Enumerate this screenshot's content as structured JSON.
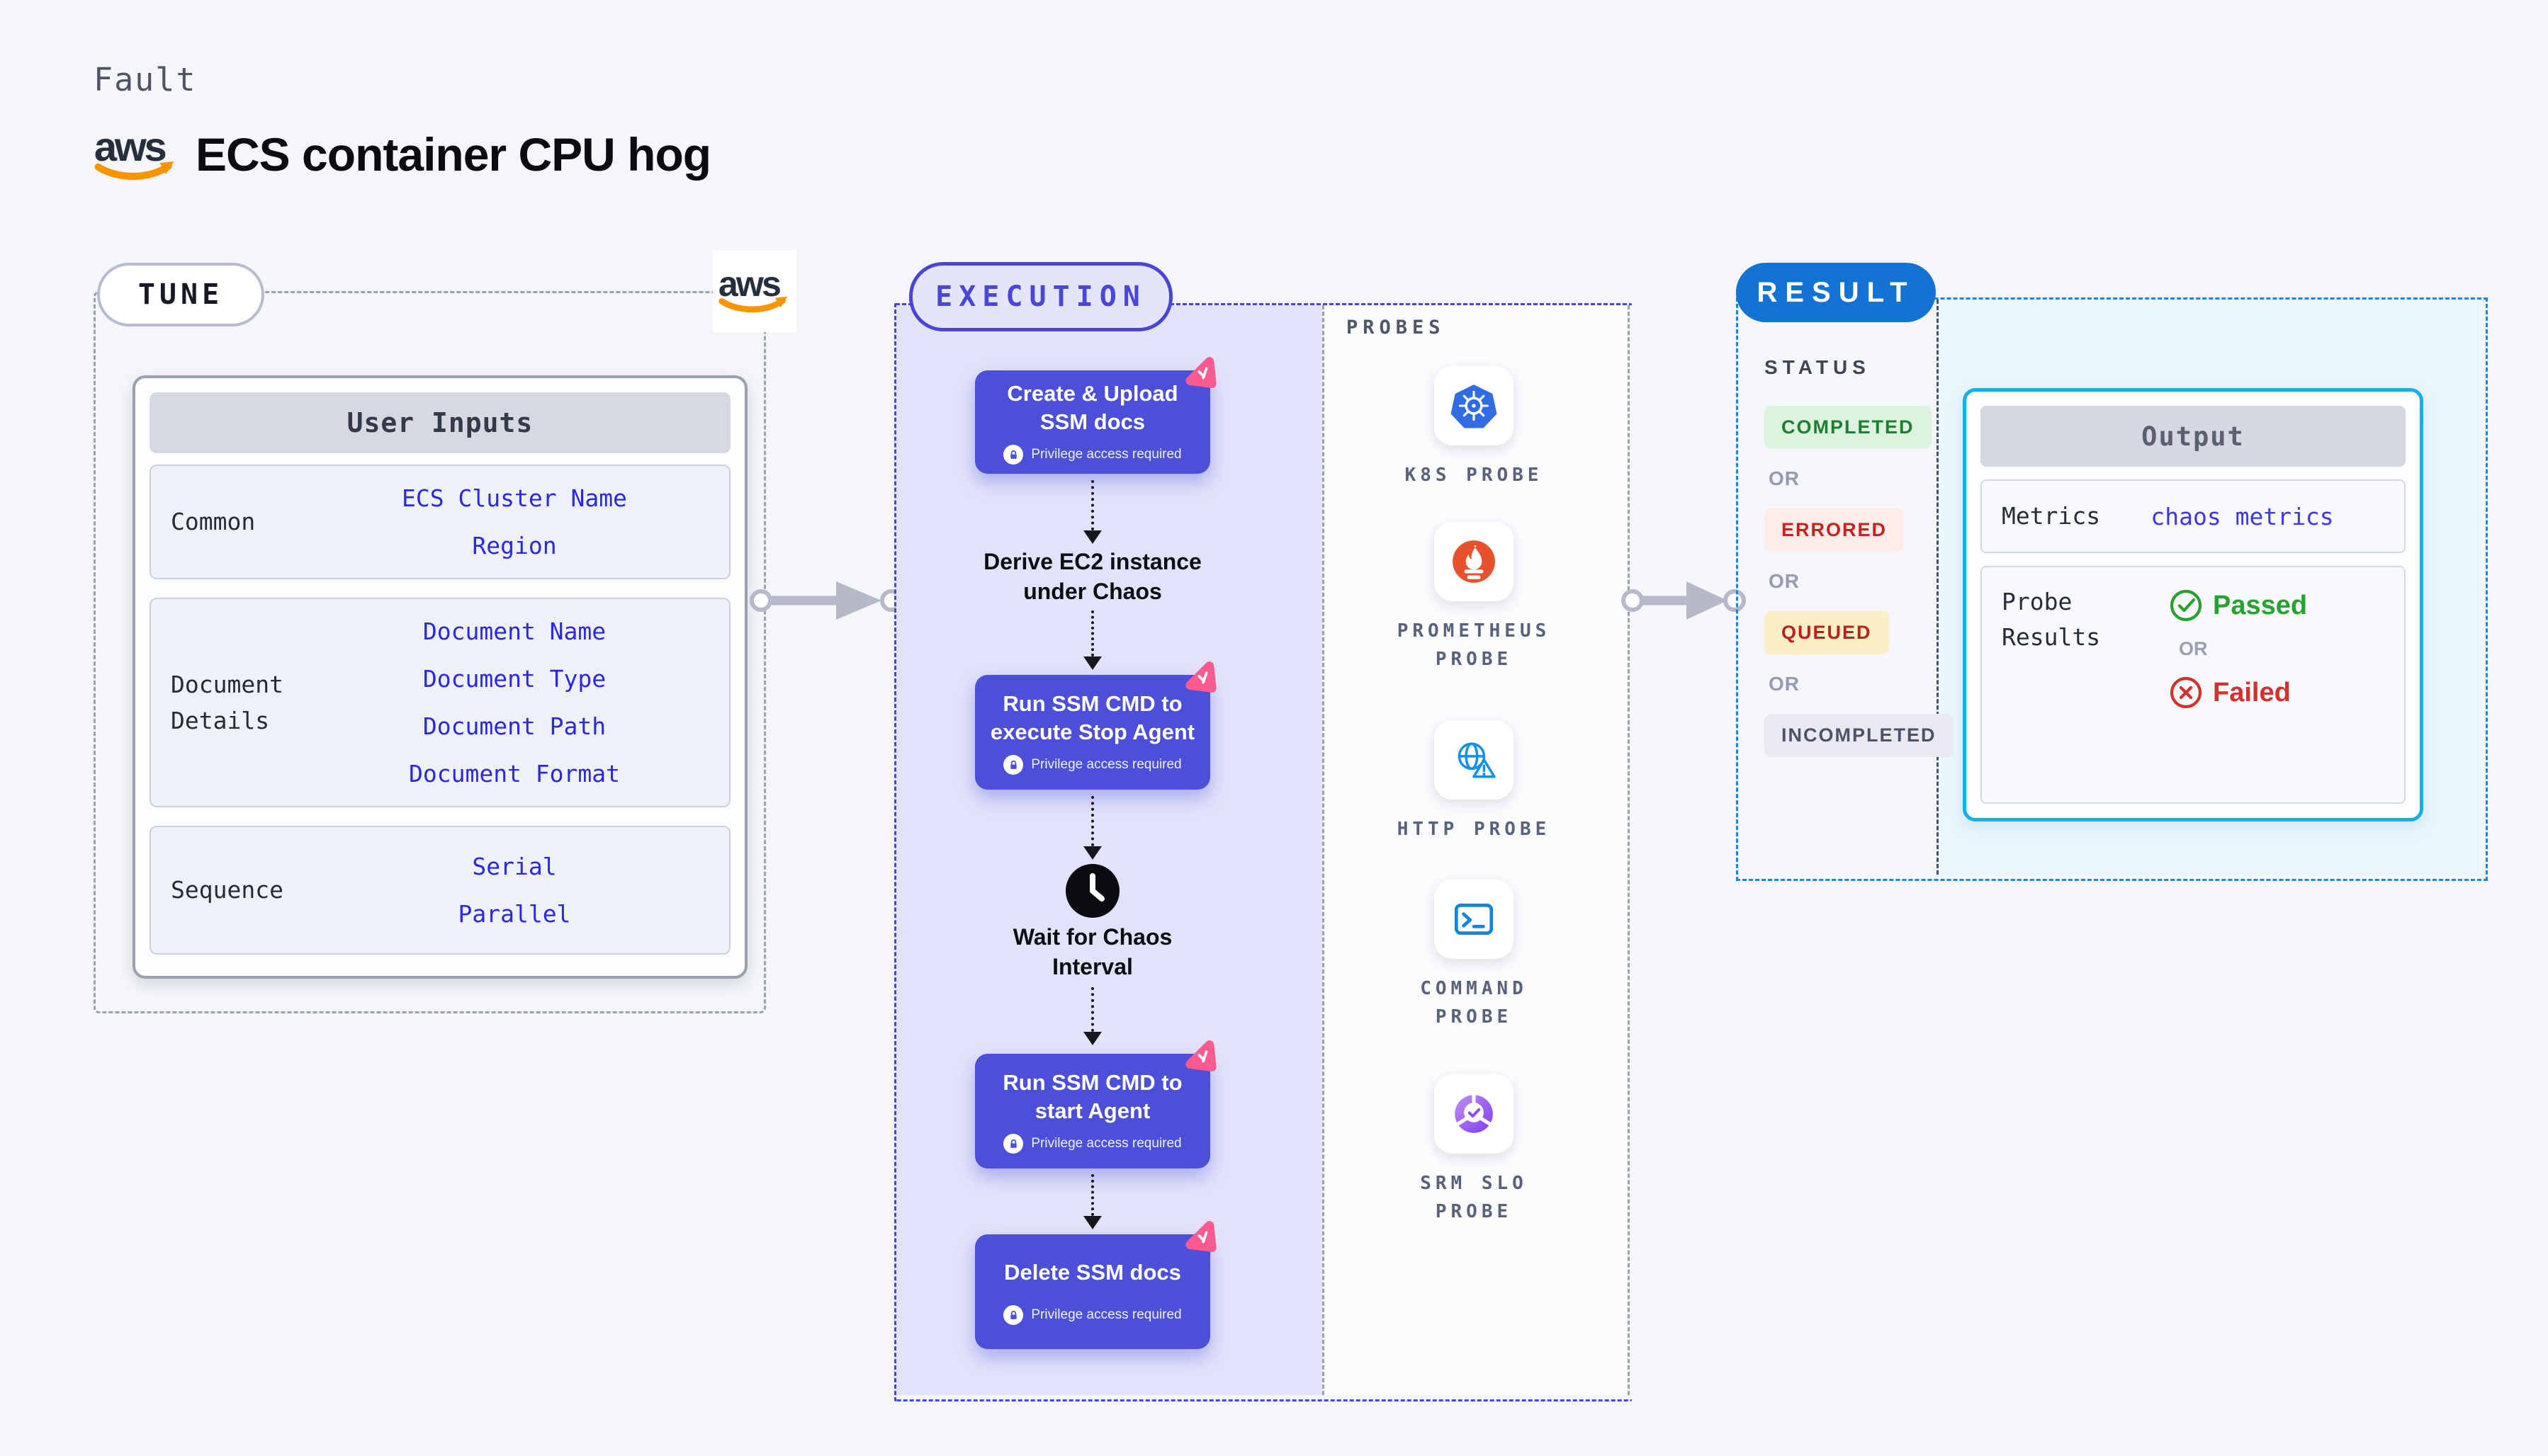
{
  "header": {
    "kicker": "Fault",
    "logo": "aws",
    "title": "ECS container CPU hog"
  },
  "tune": {
    "badge": "TUNE",
    "panel_title": "User Inputs",
    "rows": [
      {
        "label": "Common",
        "values": [
          "ECS Cluster Name",
          "Region"
        ]
      },
      {
        "label": "Document Details",
        "values": [
          "Document Name",
          "Document Type",
          "Document Path",
          "Document Format"
        ]
      },
      {
        "label": "Sequence",
        "values": [
          "Serial",
          "Parallel"
        ]
      }
    ]
  },
  "execution": {
    "badge": "EXECUTION",
    "lock_label": "Privilege access required",
    "nodes": [
      {
        "line1": "Create & Upload",
        "line2": "SSM docs"
      },
      {
        "line1": "Run SSM CMD to",
        "line2": "execute Stop Agent"
      },
      {
        "line1": "Run SSM CMD to",
        "line2": "start Agent"
      },
      {
        "line1": "Delete SSM docs"
      }
    ],
    "steps": [
      {
        "line1": "Derive EC2 instance",
        "line2": "under Chaos"
      },
      {
        "line1": "Wait for Chaos",
        "line2": "Interval"
      }
    ]
  },
  "probes": {
    "heading": "PROBES",
    "items": [
      {
        "label": "K8S PROBE",
        "icon": "kubernetes-icon"
      },
      {
        "label": "PROMETHEUS PROBE",
        "icon": "prometheus-icon"
      },
      {
        "label": "HTTP PROBE",
        "icon": "globe-warning-icon"
      },
      {
        "label": "COMMAND PROBE",
        "icon": "terminal-icon"
      },
      {
        "label": "SRM SLO PROBE",
        "icon": "slo-gauge-icon"
      }
    ]
  },
  "result": {
    "badge": "RESULT",
    "status_heading": "STATUS",
    "or_label": "OR",
    "statuses": [
      {
        "label": "COMPLETED",
        "type": "success"
      },
      {
        "label": "ERRORED",
        "type": "error"
      },
      {
        "label": "QUEUED",
        "type": "warning"
      },
      {
        "label": "INCOMPLETED",
        "type": "neutral"
      }
    ],
    "output": {
      "title": "Output",
      "metrics_label": "Metrics",
      "metrics_value": "chaos metrics",
      "probe_results_label": "Probe Results",
      "passed_label": "Passed",
      "failed_label": "Failed"
    }
  },
  "colors": {
    "page_bg": "#F4F6FA",
    "node_indigo": "#4C50D9",
    "execution_lavender": "#E2E3FA",
    "execution_border": "#4A46D4",
    "tune_border": "#9BA2AE",
    "result_pill_blue": "#1273D4",
    "result_border": "#1B87E0",
    "output_border_cyan": "#14B0EA",
    "output_panel_bg": "#E9F6FC",
    "link_blue": "#2A28E2",
    "passed_green": "#27A22E",
    "failed_red": "#D2312C",
    "chaos_pink": "#FB5A90",
    "aws_orange": "#F79400",
    "kubernetes_blue": "#326CE5",
    "prometheus_orange": "#E6522C",
    "completed_green": "#1C7F33",
    "queued_yellow_bg": "#FBEFC5"
  }
}
